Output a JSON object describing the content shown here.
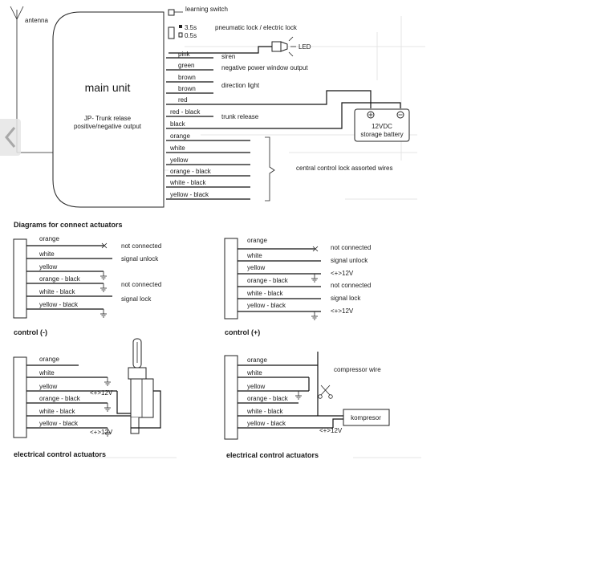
{
  "top": {
    "antenna": "antenna",
    "main_unit": "main unit",
    "jp_line1": "JP- Trunk relase",
    "jp_line2": "positive/negative output",
    "learning_switch": "learning switch",
    "t35": "3.5s",
    "t05": "0.5s",
    "pneumatic": "pneumatic lock / electric lock",
    "led": "LED",
    "wires": [
      "pink",
      "green",
      "brown",
      "brown",
      "red",
      "red - black",
      "black",
      "orange",
      "white",
      "yellow",
      "orange - black",
      "white - black",
      "yellow - black"
    ],
    "siren": "siren",
    "window": "negative power window output",
    "direction": "direction light",
    "trunk": "trunk release",
    "battery_v": "12VDC",
    "battery_label": "storage battery",
    "central": "central control lock assorted wires"
  },
  "diagrams_title": "Diagrams for connect actuators",
  "neg": {
    "wires": [
      "orange",
      "white",
      "yellow",
      "orange - black",
      "white - black",
      "yellow - black"
    ],
    "nc1": "not connected",
    "unlock": "signal unlock",
    "nc2": "not connected",
    "lock": "signal lock",
    "caption": "control (-)"
  },
  "pos": {
    "wires": [
      "orange",
      "white",
      "yellow",
      "orange - black",
      "white - black",
      "yellow - black"
    ],
    "nc1": "not connected",
    "unlock": "signal unlock",
    "v1": "<+>12V",
    "nc2": "not connected",
    "lock": "signal lock",
    "v2": "<+>12V",
    "caption": "control (+)"
  },
  "elec1": {
    "wires": [
      "orange",
      "white",
      "yellow",
      "orange - black",
      "white - black",
      "yellow - black"
    ],
    "v1": "<+>12V",
    "v2": "<+>12V",
    "caption": "electrical control actuators"
  },
  "elec2": {
    "wires": [
      "orange",
      "white",
      "yellow",
      "orange - black",
      "white - black",
      "yellow - black"
    ],
    "compressor": "compressor wire",
    "kompresor": "kompresor",
    "v": "<+>12V",
    "caption": "electrical control actuators"
  }
}
